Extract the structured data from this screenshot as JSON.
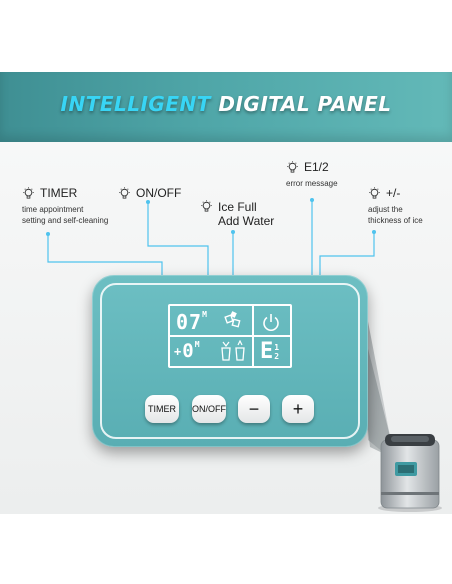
{
  "banner": {
    "title_part1": "INTELLIGENT",
    "title_part2": "DIGITAL PANEL"
  },
  "callouts": {
    "timer": {
      "title": "TIMER",
      "desc_line1": "time appointment",
      "desc_line2": "setting and self-cleaning"
    },
    "onoff": {
      "title": "ON/OFF"
    },
    "ice": {
      "title_line1": "Ice Full",
      "title_line2": "Add Water"
    },
    "error": {
      "title": "E1/2",
      "desc": "error message"
    },
    "thickness": {
      "title": "+/-",
      "desc_line1": "adjust the",
      "desc_line2": "thickness of ice"
    }
  },
  "display": {
    "time_digits": "07",
    "time_unit": "M",
    "thick_sign": "+",
    "thick_digit": "0",
    "thick_unit": "M",
    "err_letter": "E",
    "err_top": "1",
    "err_bottom": "2"
  },
  "buttons": {
    "timer": "TIMER",
    "onoff": "ON/OFF",
    "minus": "−",
    "plus": "+"
  },
  "colors": {
    "banner": "#4fa6a8",
    "title_accent": "#38d5f5",
    "panel": "#6dbfc3",
    "callout_line": "#4fc3ee"
  }
}
